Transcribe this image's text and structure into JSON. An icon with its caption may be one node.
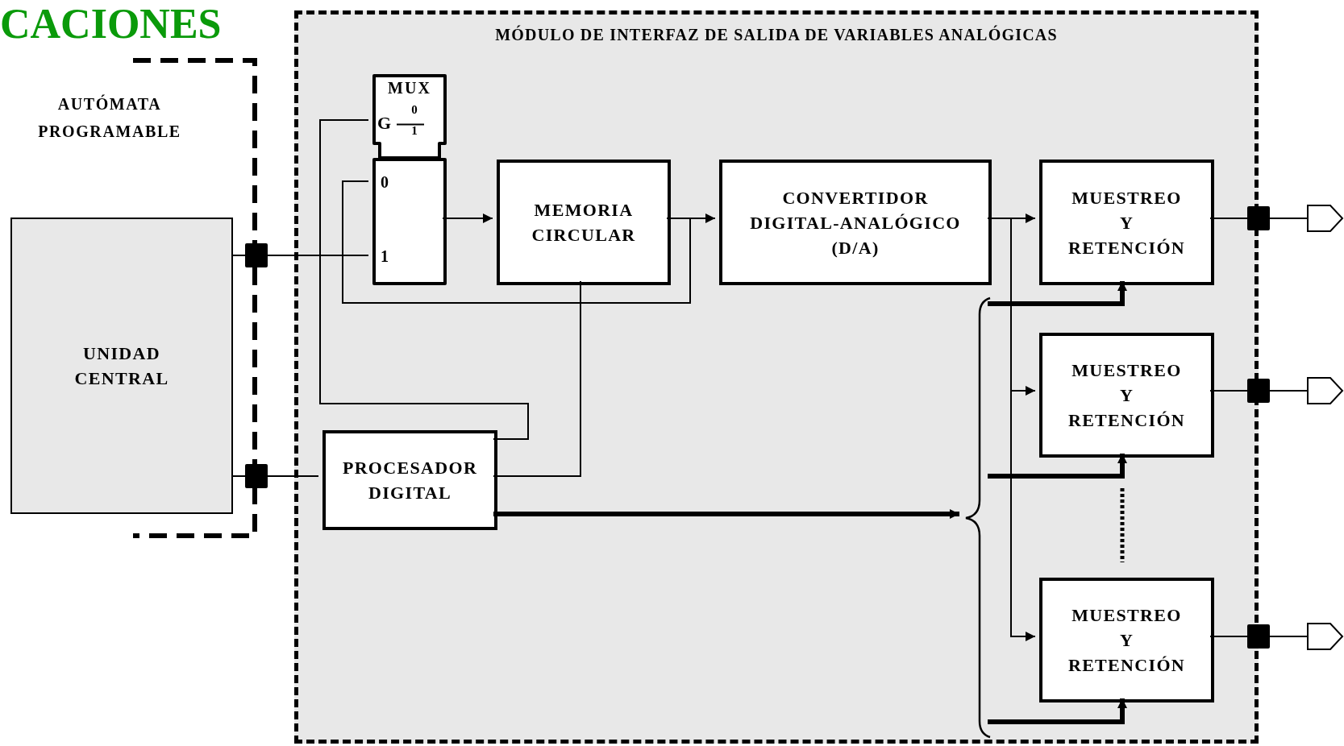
{
  "diagram": {
    "nodes": [
      {
        "text": [
          "AUTÓMATA PROGRAMABLE"
        ]
      },
      {
        "text": [
          "UNIDAD CENTRAL"
        ],
        "in": 0
      },
      {
        "text": [
          "MÓDULO DE INTERFAZ DE SALIDA DE VARIABLES ANALÓGICAS"
        ]
      },
      {
        "text": [
          "MUX",
          "G",
          "0",
          "1",
          "0",
          "1"
        ],
        "in": 2
      },
      {
        "text": [
          "MEMORIA CIRCULAR"
        ],
        "in": 2
      },
      {
        "text": [
          "CONVERTIDOR DIGITAL-ANALÓGICO (D/A)"
        ],
        "in": 2
      },
      {
        "text": [
          "MUESTREO Y RETENCIÓN"
        ],
        "in": 2
      },
      {
        "text": [],
        "shape": "pentagon"
      },
      {
        "text": [
          "MUESTREO Y RETENCIÓN"
        ],
        "in": 2
      },
      {
        "text": [],
        "shape": "pentagon"
      },
      {
        "text": [
          "PROCESADOR DIGITAL"
        ],
        "in": 2
      },
      {
        "text": [],
        "shape": "brace",
        "in": 2
      },
      {
        "text": [
          "MUESTREO Y RETENCIÓN"
        ],
        "in": 2
      },
      {
        "text": [],
        "shape": "pentagon"
      }
    ],
    "edges": [
      {
        "from": 1,
        "to": 3,
        "arrow": "none"
      },
      {
        "from": 1,
        "to": 10,
        "arrow": "none"
      },
      {
        "from": 10,
        "to": 3,
        "arrow": "none"
      },
      {
        "from": 3,
        "to": 4,
        "arrow": "to"
      },
      {
        "from": 4,
        "to": 5,
        "arrow": "to"
      },
      {
        "from": 4,
        "to": 3,
        "arrow": "none"
      },
      {
        "from": 10,
        "to": 4,
        "arrow": "none"
      },
      {
        "from": 10,
        "to": 11,
        "arrow": "to",
        "style": "thick"
      },
      {
        "from": 11,
        "to": 6,
        "arrow": "to",
        "style": "thick"
      },
      {
        "from": 11,
        "to": 8,
        "arrow": "to",
        "style": "thick"
      },
      {
        "from": 11,
        "to": 12,
        "arrow": "to",
        "style": "thick"
      },
      {
        "from": 5,
        "to": 6,
        "arrow": "to"
      },
      {
        "from": 5,
        "to": 8,
        "arrow": "to"
      },
      {
        "from": 5,
        "to": 12,
        "arrow": "to"
      },
      {
        "from": 6,
        "to": 7,
        "arrow": "none"
      },
      {
        "from": 8,
        "to": 9,
        "arrow": "none"
      },
      {
        "from": 12,
        "to": 13,
        "arrow": "none"
      }
    ],
    "labels": [
      "CACIONES"
    ]
  }
}
